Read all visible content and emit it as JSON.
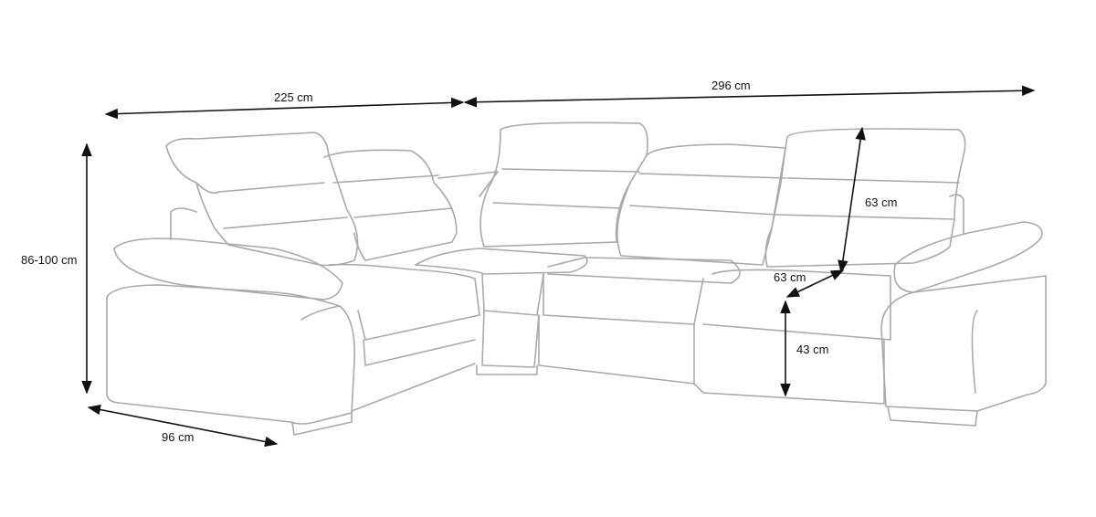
{
  "title": "Corner sofa dimensions",
  "colors": {
    "outline": "#a9a9a9",
    "dimension": "#111111"
  },
  "dimensions": {
    "left_width": "225 cm",
    "right_width": "296 cm",
    "height": "86-100 cm",
    "depth": "96 cm",
    "backrest_height": "63 cm",
    "seat_depth": "63 cm",
    "seat_height": "43 cm"
  }
}
